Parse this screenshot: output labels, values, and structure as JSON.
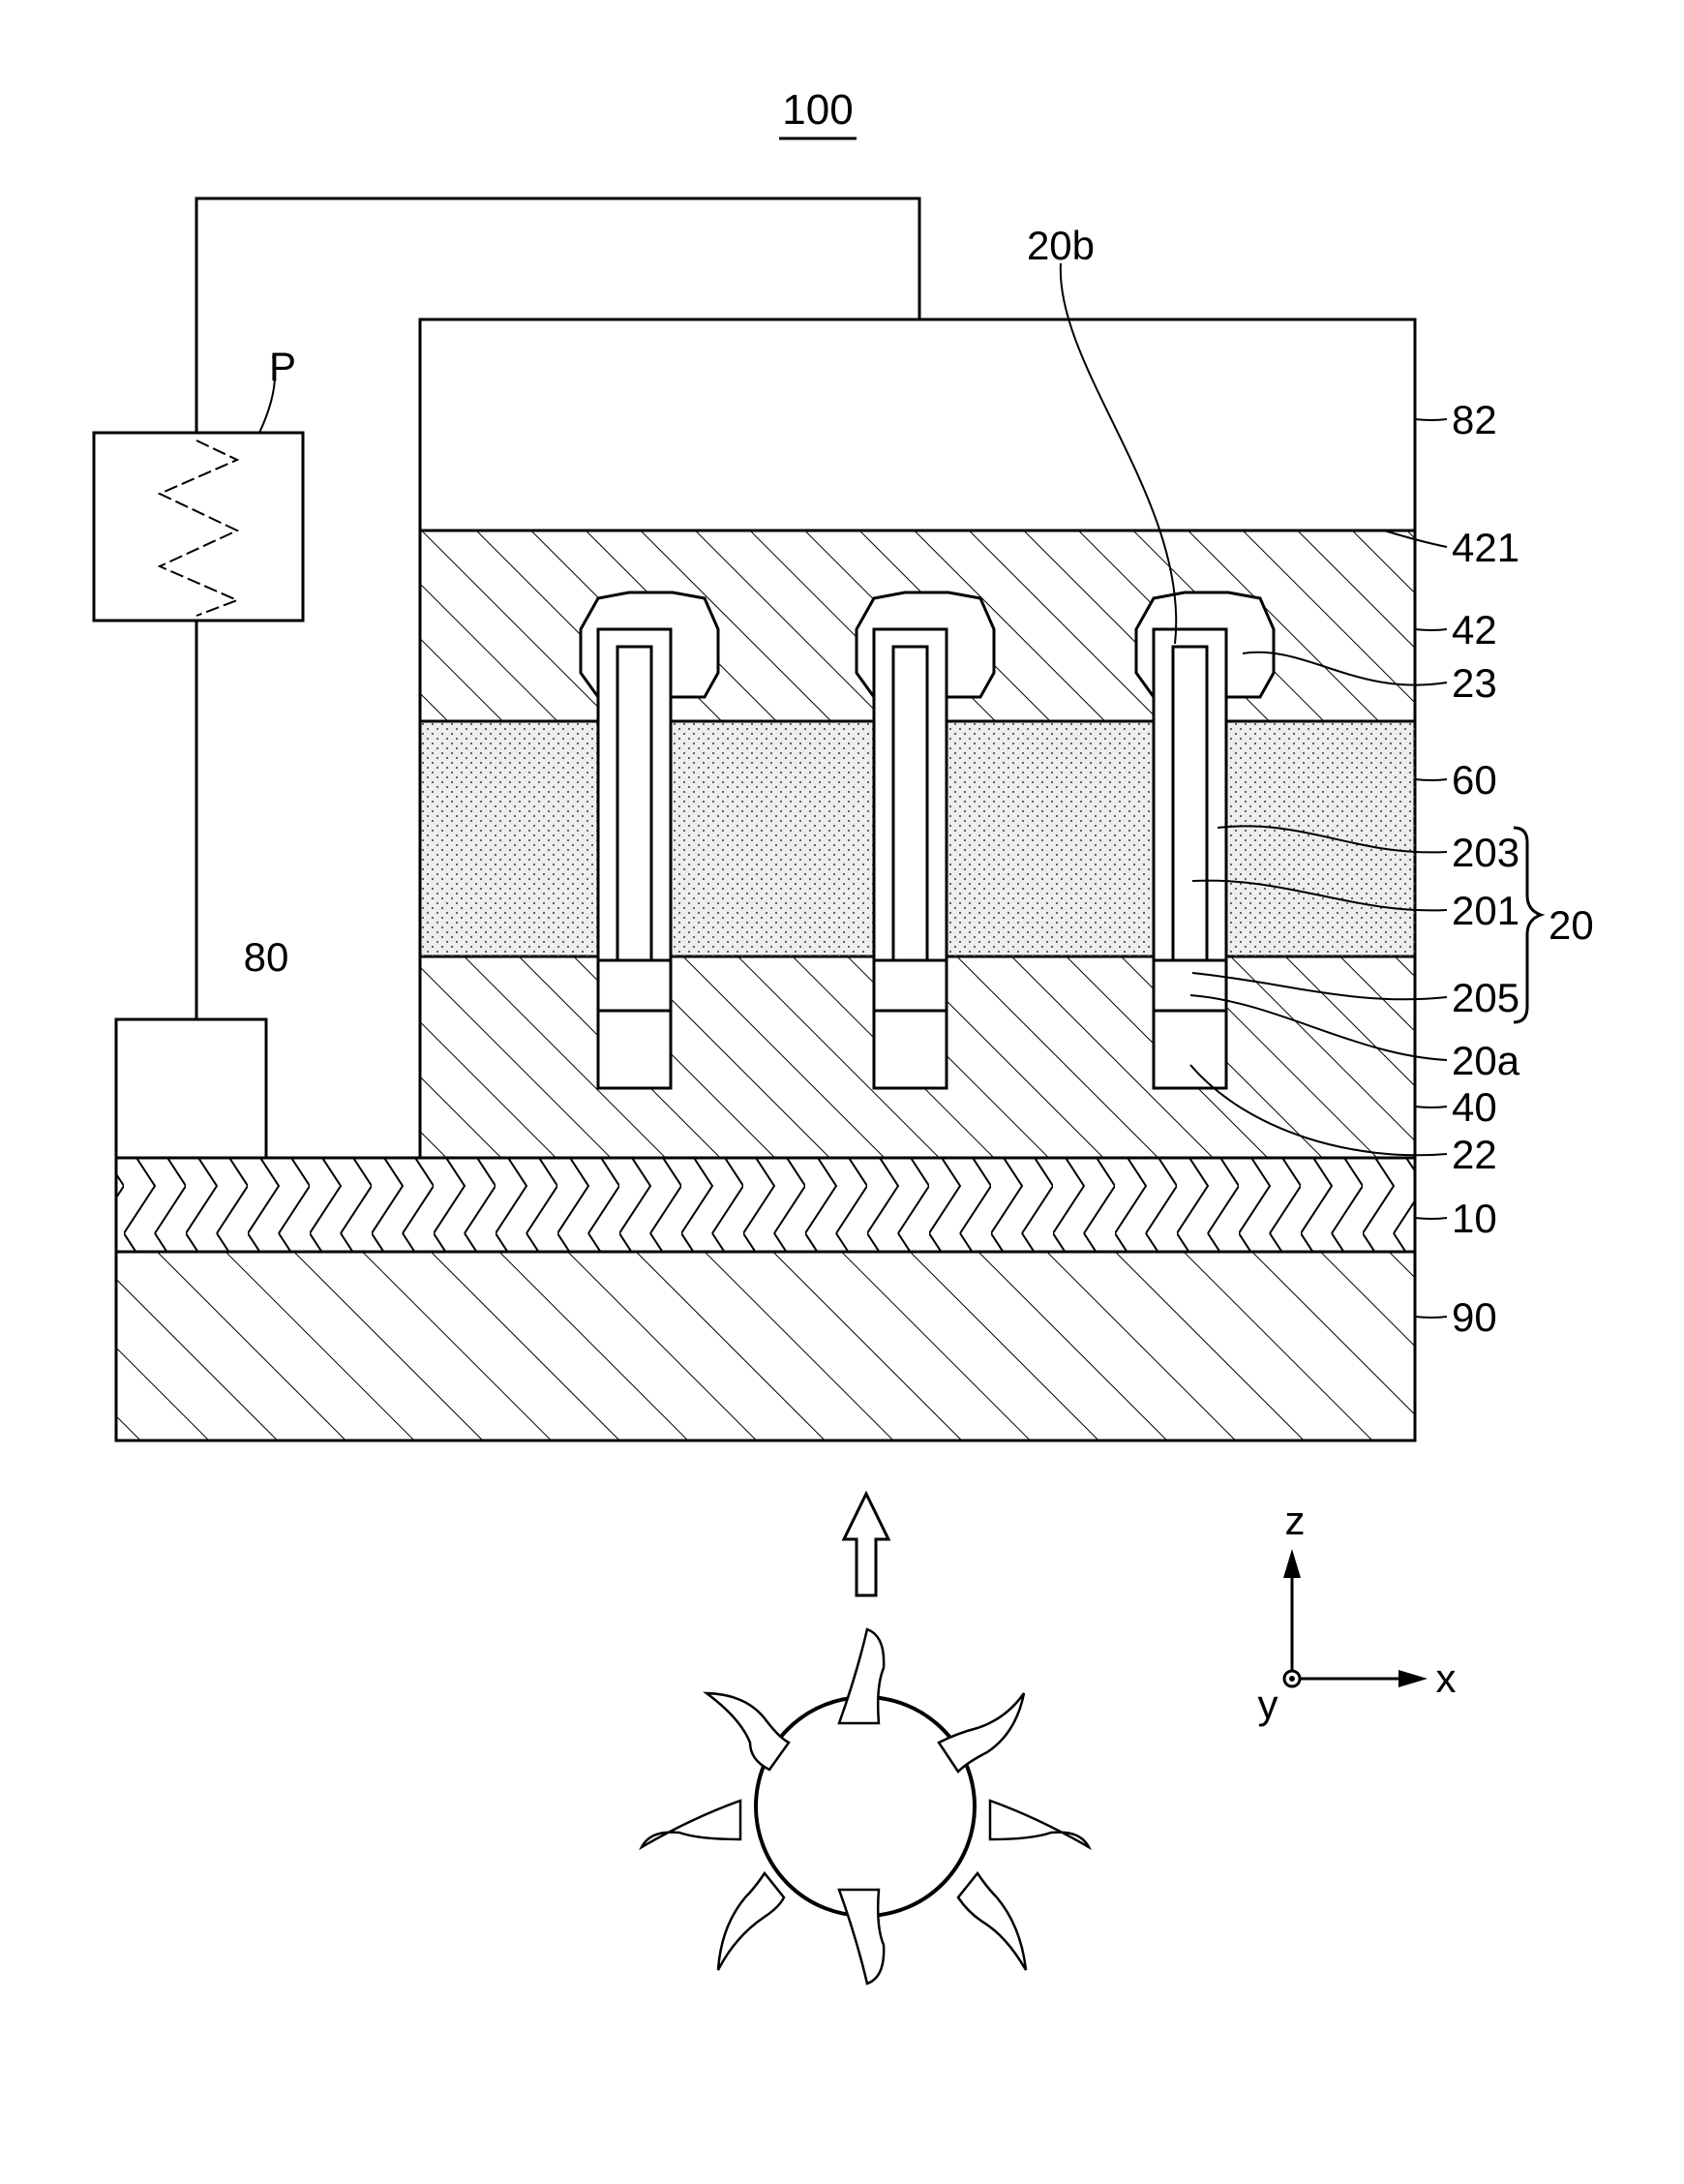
{
  "figure": {
    "title": "100",
    "labels": {
      "power_source": "P",
      "electrode_80": "80",
      "electrode_82": "82",
      "layer_421": "421",
      "layer_42": "42",
      "cap_23": "23",
      "layer_60": "60",
      "part_203": "203",
      "part_201": "201",
      "group_20": "20",
      "part_205": "205",
      "end_20a": "20a",
      "layer_40": "40",
      "base_22": "22",
      "layer_10": "10",
      "layer_90": "90",
      "end_20b": "20b"
    },
    "axes": {
      "z": "z",
      "x": "x",
      "y": "y"
    },
    "light_source": "sun-icon",
    "light_direction": "up-arrow-icon"
  }
}
